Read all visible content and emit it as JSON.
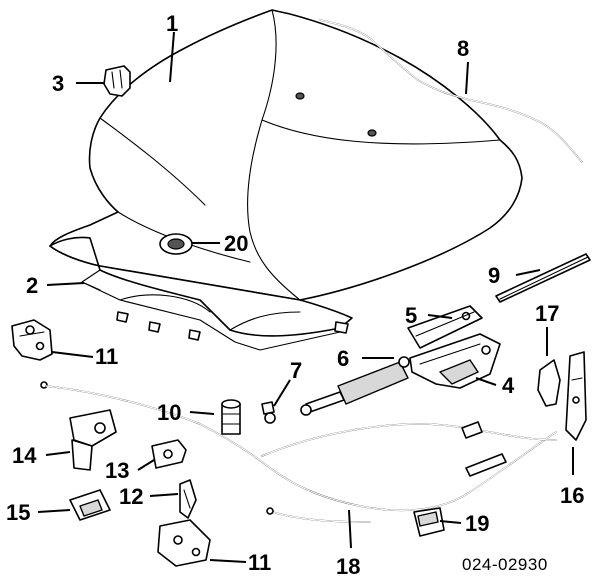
{
  "callouts": {
    "c1": "1",
    "c2": "2",
    "c3": "3",
    "c4": "4",
    "c5": "5",
    "c6": "6",
    "c7": "7",
    "c8": "8",
    "c9": "9",
    "c10": "10",
    "c11a": "11",
    "c11b": "11",
    "c12": "12",
    "c13": "13",
    "c14": "14",
    "c15": "15",
    "c16": "16",
    "c17": "17",
    "c18": "18",
    "c19": "19",
    "c20": "20"
  },
  "reference_code": "024-02930"
}
